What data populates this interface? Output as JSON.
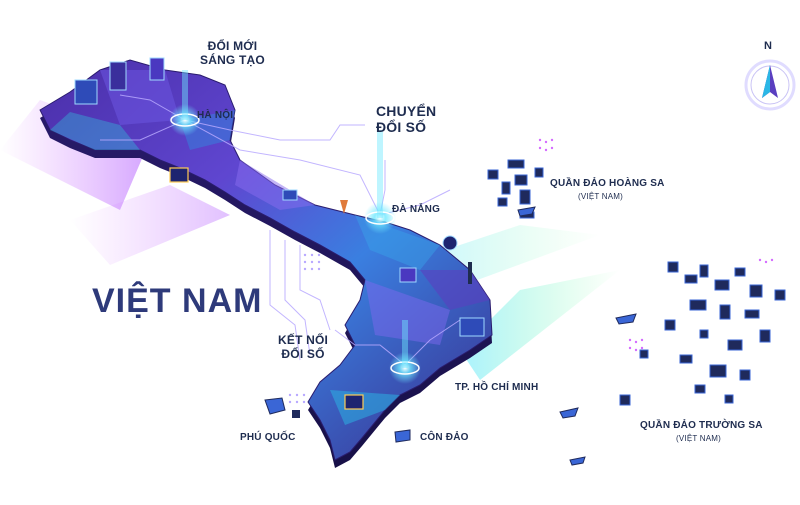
{
  "map": {
    "title": "VIỆT NAM",
    "compass_label": "N",
    "labels": {
      "doi_moi_line1": "ĐỔI MỚI",
      "doi_moi_line2": "SÁNG TẠO",
      "ha_noi": "HÀ NỘI",
      "chuyen_doi_line1": "CHUYỂN",
      "chuyen_doi_line2": "ĐỔI SỐ",
      "da_nang": "ĐÀ NẴNG",
      "hoang_sa": "QUẦN ĐẢO HOÀNG SA",
      "hoang_sa_sub": "(VIỆT NAM)",
      "ket_noi_line1": "KẾT NỐI",
      "ket_noi_line2": "ĐỔI SỐ",
      "hcm": "TP. HỒ CHÍ MINH",
      "phu_quoc": "PHÚ QUỐC",
      "con_dao": "CÔN ĐẢO",
      "truong_sa": "QUẦN ĐẢO TRƯỜNG SA",
      "truong_sa_sub": "(VIỆT NAM)"
    },
    "colors": {
      "land_dark": "#3b2a8a",
      "land_mid": "#5a3fc0",
      "land_light": "#7b68ee",
      "land_cyan": "#2ab7e6",
      "glow": "#6fe9ff",
      "island_dark": "#1f2a5c",
      "island_blue": "#3a66d6",
      "label": "#1e2c4f",
      "beam_magenta": "#d46cff",
      "beam_green": "#7cff9a"
    }
  }
}
